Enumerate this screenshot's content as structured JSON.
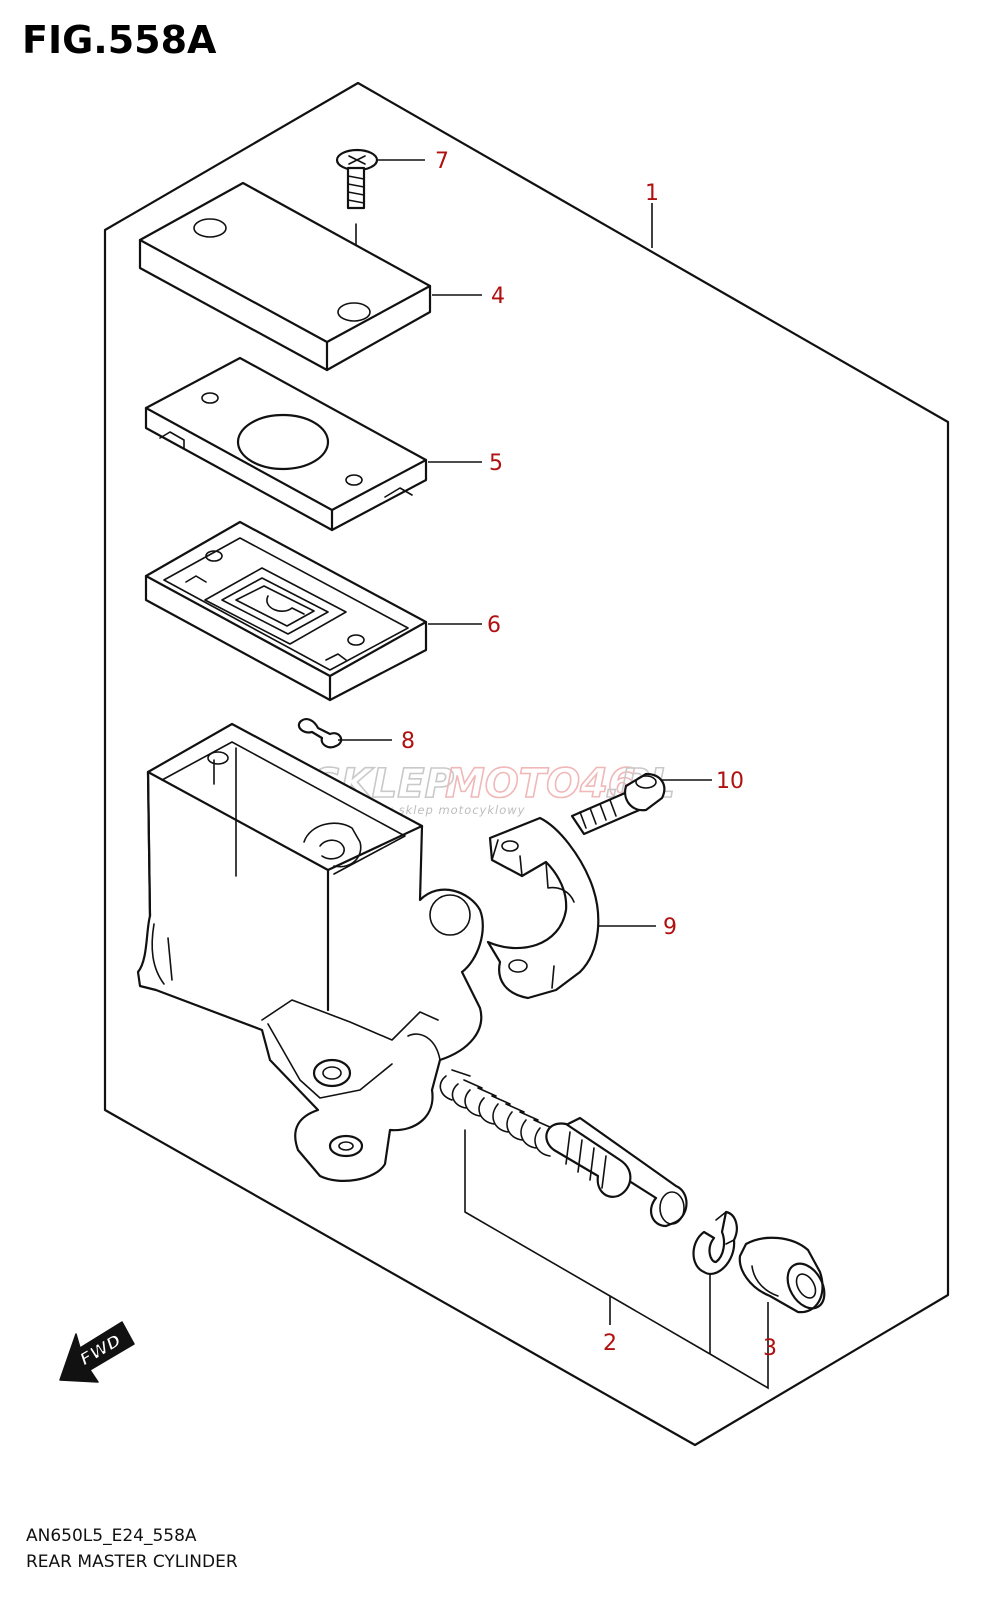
{
  "figure": {
    "title": "FIG.558A",
    "code": "AN650L5_E24_558A",
    "name": "REAR MASTER CYLINDER"
  },
  "callouts": [
    {
      "id": 1,
      "label": "1"
    },
    {
      "id": 2,
      "label": "2"
    },
    {
      "id": 3,
      "label": "3"
    },
    {
      "id": 4,
      "label": "4"
    },
    {
      "id": 5,
      "label": "5"
    },
    {
      "id": 6,
      "label": "6"
    },
    {
      "id": 7,
      "label": "7"
    },
    {
      "id": 8,
      "label": "8"
    },
    {
      "id": 9,
      "label": "9"
    },
    {
      "id": 10,
      "label": "10"
    }
  ],
  "direction_marker": {
    "label": "FWD",
    "icon": "fwd-arrow-icon"
  },
  "watermark": {
    "brand_gray_1": "SKLEP",
    "brand_red": "MOTO46",
    "brand_gray_2": ".PL",
    "tagline": "internetowy sklep motocyklowy"
  },
  "colors": {
    "callout": "#b01010",
    "line": "#111111",
    "watermark": "#c9c9c9"
  }
}
